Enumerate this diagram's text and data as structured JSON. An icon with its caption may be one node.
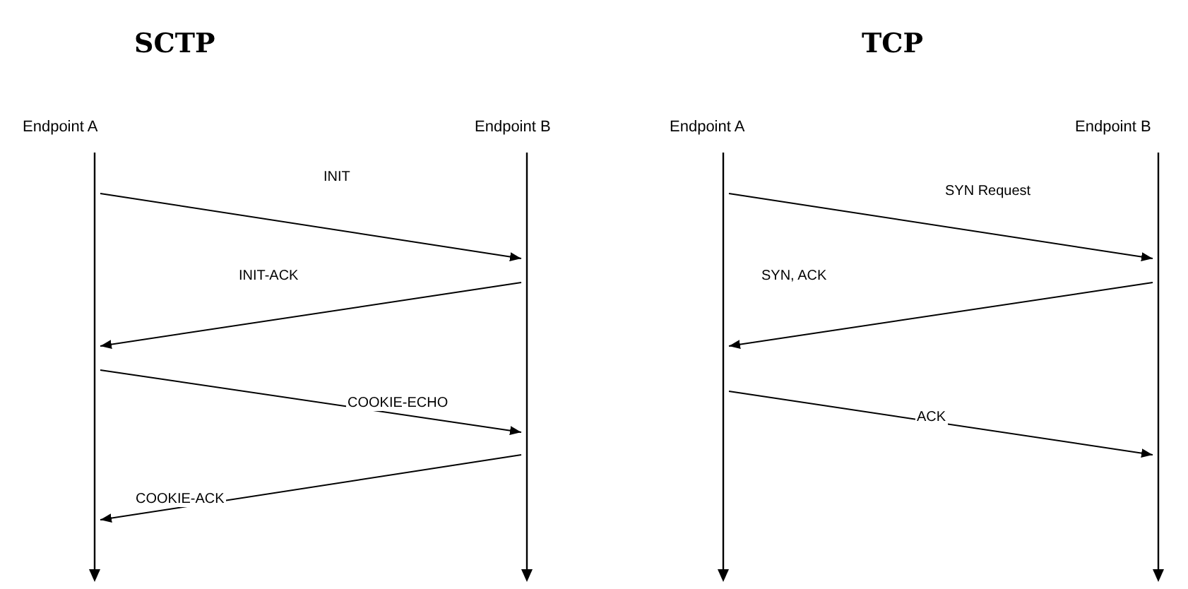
{
  "diagram": {
    "nodes": [
      {
        "text": [
          "Endpoint A"
        ]
      },
      {
        "text": [
          "Endpoint B"
        ]
      },
      {
        "text": [
          "Endpoint A"
        ]
      },
      {
        "text": [
          "Endpoint B"
        ]
      }
    ],
    "edges": [
      {
        "from": 0,
        "to": 1,
        "arrow": "to",
        "label": "INIT"
      },
      {
        "from": 1,
        "to": 0,
        "arrow": "to",
        "label": "INIT-ACK"
      },
      {
        "from": 0,
        "to": 1,
        "arrow": "to",
        "label": "COOKIE-ECHO"
      },
      {
        "from": 1,
        "to": 0,
        "arrow": "to",
        "label": "COOKIE-ACK"
      },
      {
        "from": 2,
        "to": 3,
        "arrow": "to",
        "label": "SYN Request"
      },
      {
        "from": 3,
        "to": 2,
        "arrow": "to",
        "label": "SYN, ACK"
      },
      {
        "from": 2,
        "to": 3,
        "arrow": "to",
        "label": "ACK"
      }
    ],
    "labels": [
      "SCTP",
      "TCP"
    ]
  }
}
